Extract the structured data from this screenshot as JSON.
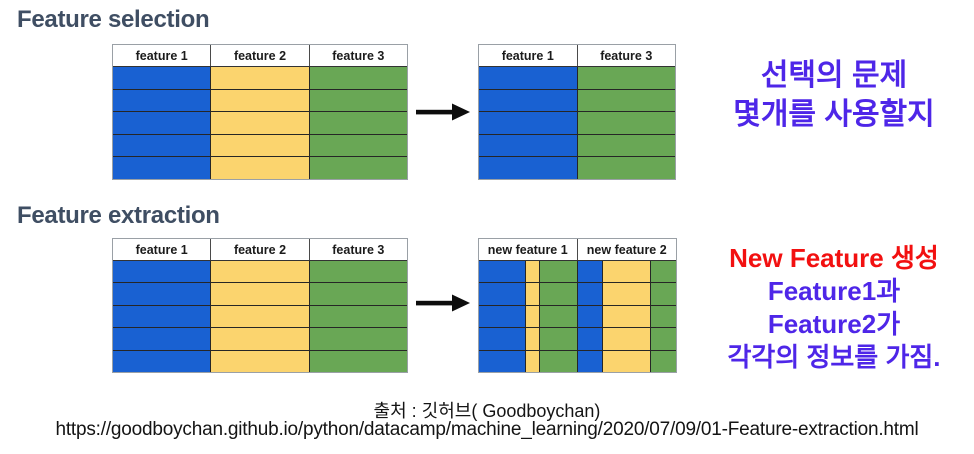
{
  "colors": {
    "blue": "#1961d2",
    "yellow": "#fbd46e",
    "green": "#69a755",
    "accent_purple": "#4e26e8",
    "accent_red": "#f21010",
    "heading": "#3f4e63"
  },
  "selection": {
    "heading": "Feature selection",
    "source_table": {
      "rows": 5,
      "headers": [
        {
          "label": "feature 1",
          "w": 1
        },
        {
          "label": "feature 2",
          "w": 1
        },
        {
          "label": "feature 3",
          "w": 1
        }
      ],
      "columns": [
        {
          "color": "#1961d2",
          "w": 1
        },
        {
          "color": "#fbd46e",
          "w": 1
        },
        {
          "color": "#69a755",
          "w": 1
        }
      ]
    },
    "result_table": {
      "rows": 5,
      "headers": [
        {
          "label": "feature 1",
          "w": 1
        },
        {
          "label": "feature 3",
          "w": 1
        }
      ],
      "columns": [
        {
          "color": "#1961d2",
          "w": 1
        },
        {
          "color": "#69a755",
          "w": 1
        }
      ]
    },
    "annotation": {
      "color": "#4e26e8",
      "lines": [
        "선택의 문제",
        "몇개를 사용할지"
      ]
    }
  },
  "extraction": {
    "heading": "Feature extraction",
    "source_table": {
      "rows": 5,
      "headers": [
        {
          "label": "feature 1",
          "w": 1
        },
        {
          "label": "feature 2",
          "w": 1
        },
        {
          "label": "feature 3",
          "w": 1
        }
      ],
      "columns": [
        {
          "color": "#1961d2",
          "w": 1
        },
        {
          "color": "#fbd46e",
          "w": 1
        },
        {
          "color": "#69a755",
          "w": 1
        }
      ]
    },
    "result_table": {
      "rows": 5,
      "headers": [
        {
          "label": "new feature 1",
          "w": 99
        },
        {
          "label": "new feature 2",
          "w": 100
        }
      ],
      "columns": [
        {
          "color": "#1961d2",
          "w": 48
        },
        {
          "color": "#fbd46e",
          "w": 13
        },
        {
          "color": "#69a755",
          "w": 38
        },
        {
          "color": "#1961d2",
          "w": 25
        },
        {
          "color": "#fbd46e",
          "w": 49
        },
        {
          "color": "#69a755",
          "w": 26
        }
      ]
    },
    "annotation": {
      "lines": [
        {
          "text": "New Feature 생성",
          "color": "#f21010"
        },
        {
          "text": "Feature1과",
          "color": "#4e26e8"
        },
        {
          "text": "Feature2가",
          "color": "#4e26e8"
        },
        {
          "text": "각각의 정보를 가짐.",
          "color": "#4e26e8"
        }
      ]
    }
  },
  "footer": {
    "credit": "출처 : 깃허브( Goodboychan)",
    "url": "https://goodboychan.github.io/python/datacamp/machine_learning/2020/07/09/01-Feature-extraction.html"
  }
}
